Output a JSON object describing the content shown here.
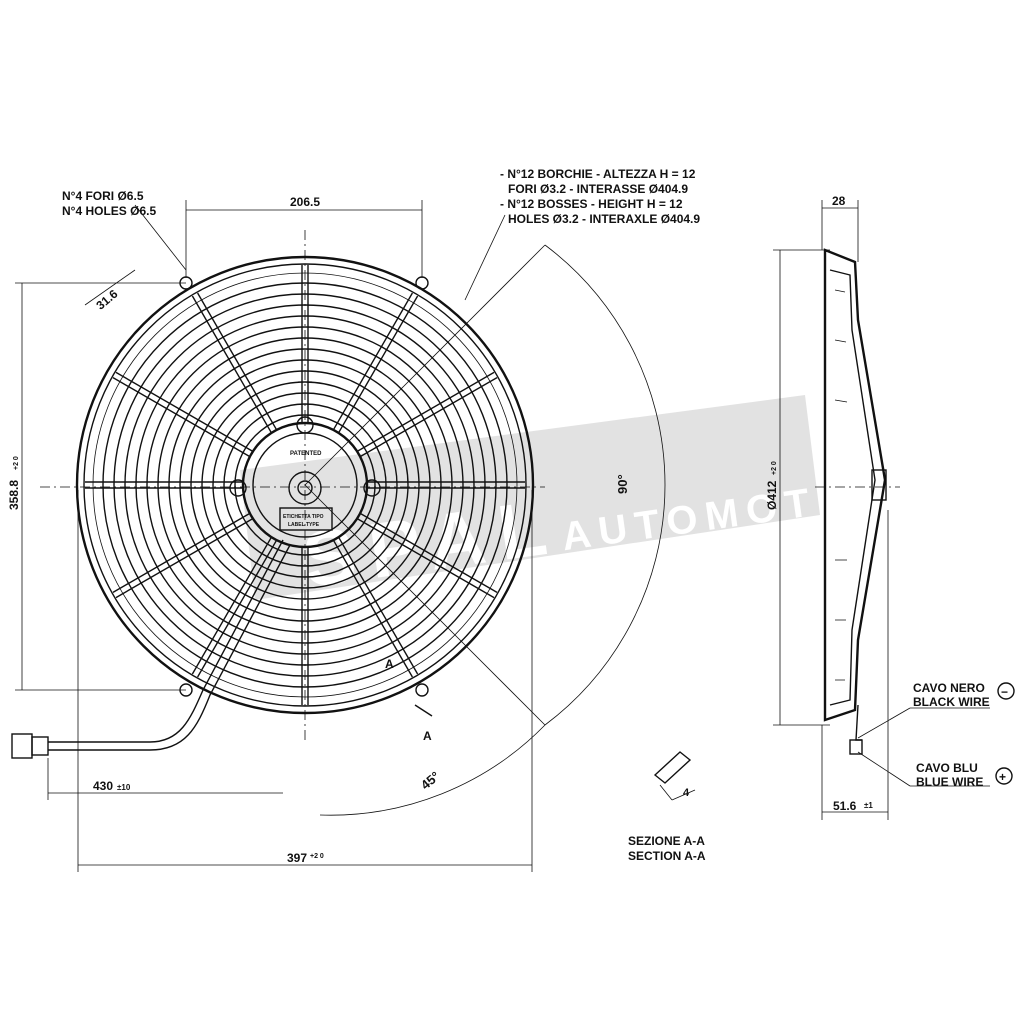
{
  "drawing": {
    "holes_note": [
      "N°4 FORI Ø6.5",
      "N°4 HOLES Ø6.5"
    ],
    "bosses_note": [
      "- N°12 BORCHIE - ALTEZZA H = 12",
      "FORI Ø3.2 - INTERASSE Ø404.9",
      "- N°12 BOSSES - HEIGHT H = 12",
      "HOLES Ø3.2 - INTERAXLE Ø404.9"
    ],
    "dim_hole_spacing": "206.5",
    "dim_hole_offset": "31.6",
    "dim_height": "358.8",
    "dim_height_tol": "+2 0",
    "dim_width": "397",
    "dim_width_tol": "+2 0",
    "dim_cable": "430",
    "dim_cable_tol": "±10",
    "angle_90": "90°",
    "angle_45": "45°",
    "section_marker": "A",
    "section_marker_2": "A",
    "label_patented": "PATENTED",
    "label_type": [
      "ETICHETTA TIPO",
      "LABEL TYPE"
    ],
    "side_depth": "28",
    "side_diameter": "Ø412",
    "side_diameter_tol": "+2 0",
    "side_total_depth": "51.6",
    "side_total_tol": "±1",
    "black_wire": [
      "CAVO NERO",
      "BLACK WIRE"
    ],
    "black_symbol": "−",
    "blue_wire": [
      "CAVO BLU",
      "BLUE WIRE"
    ],
    "blue_symbol": "+",
    "section_dim": "4",
    "section_title": [
      "SEZIONE A-A",
      "SECTION A-A"
    ],
    "watermark": "SPAL",
    "watermark_2": "AUTOMOTIVE"
  }
}
